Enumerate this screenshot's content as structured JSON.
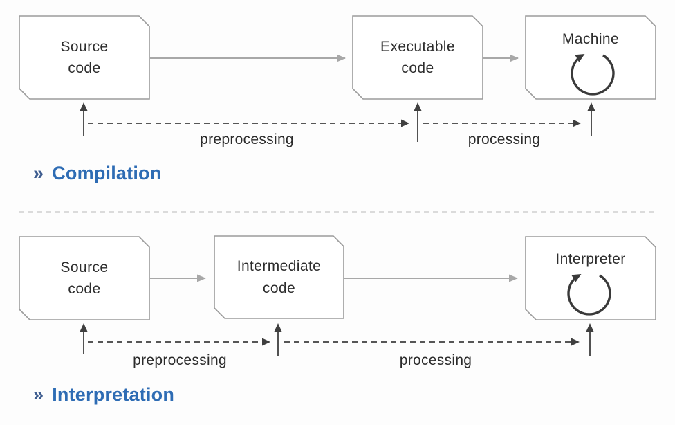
{
  "colors": {
    "background": "#fdfdfd",
    "box_border": "#9b9b9b",
    "box_fill": "#ffffff",
    "box_text": "#2d2d2d",
    "flow_arrow_gray": "#a8a8a8",
    "dark_arrow": "#3f3f3f",
    "loop_icon": "#3a3a3a",
    "divider": "#d0d0d0",
    "heading_marker": "#3d5c8f",
    "heading_text": "#2e6cb4"
  },
  "sections": [
    {
      "heading": {
        "marker": "»",
        "label": "Compilation"
      },
      "boxes": [
        {
          "label": "Source\ncode"
        },
        {
          "label": "Executable\ncode"
        },
        {
          "label": "Machine",
          "icon": "loop-arrow-icon"
        }
      ],
      "stage_labels": [
        {
          "label": "preprocessing"
        },
        {
          "label": "processing"
        }
      ]
    },
    {
      "heading": {
        "marker": "»",
        "label": "Interpretation"
      },
      "boxes": [
        {
          "label": "Source\ncode"
        },
        {
          "label": "Intermediate\ncode"
        },
        {
          "label": "Interpreter",
          "icon": "loop-arrow-icon"
        }
      ],
      "stage_labels": [
        {
          "label": "preprocessing"
        },
        {
          "label": "processing"
        }
      ]
    }
  ]
}
